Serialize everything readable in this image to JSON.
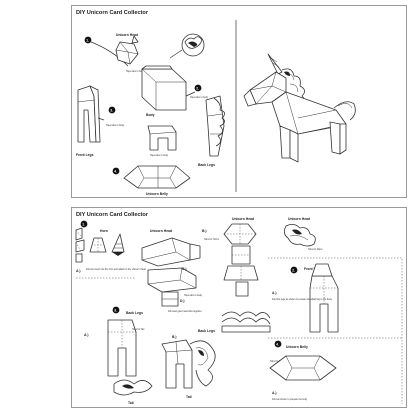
{
  "top_sheet": {
    "title": "DIY Unicorn Card Collector",
    "steps": [
      "1.",
      "2.",
      "3.",
      "4."
    ],
    "labels": {
      "unicorn_head": "Unicorn Head",
      "body": "Body",
      "front_legs": "Front Legs",
      "back_legs": "Back Legs",
      "unicorn_belly": "Unicorn Belly"
    },
    "notes": {
      "tape_a": "Tape tabs to body",
      "tape_b": "Tape tabs to body",
      "tape_c": "Tape tabs to body",
      "tape_d": "Tape tabs to body"
    }
  },
  "bottom_sheet": {
    "title": "DIY Unicorn Card Collector",
    "steps": [
      "1.",
      "2.",
      "3.",
      "4."
    ],
    "labels": {
      "horn": "Horn",
      "unicorn_head_a": "Unicorn Head",
      "unicorn_head_b": "Unicorn Head",
      "unicorn_head_c": "Unicorn Head",
      "front_legs": "Front Legs",
      "back_legs_a": "Back Legs",
      "back_legs_b": "Back Legs",
      "tail_a": "Tail",
      "tail_b": "Tail",
      "unicorn_belly": "Unicorn Belly"
    },
    "substeps": {
      "a1": "A.)",
      "b1": "B.)",
      "c1": "C.)",
      "d1": "D.)",
      "a2": "A.)",
      "a3": "A.)",
      "a4": "A.)",
      "b2": "B.)"
    },
    "notes": {
      "fold_horn": "Fold an insert into the horn and attach to the Unicorn Head",
      "tabs_head": "Tabs for Horns",
      "tape_tabs": "Tape tabs to body",
      "glue_head": "Fold and glue head tabs together",
      "tabs_mane": "Tabs for Mane",
      "fold_legs": "Fold the legs as shown to prepare for attaching to the body",
      "tabs_tail": "Tabs for Tail",
      "fold_belly": "Fold as shown to prepare the belly",
      "tabs_body": "Tabs for Frame"
    }
  }
}
